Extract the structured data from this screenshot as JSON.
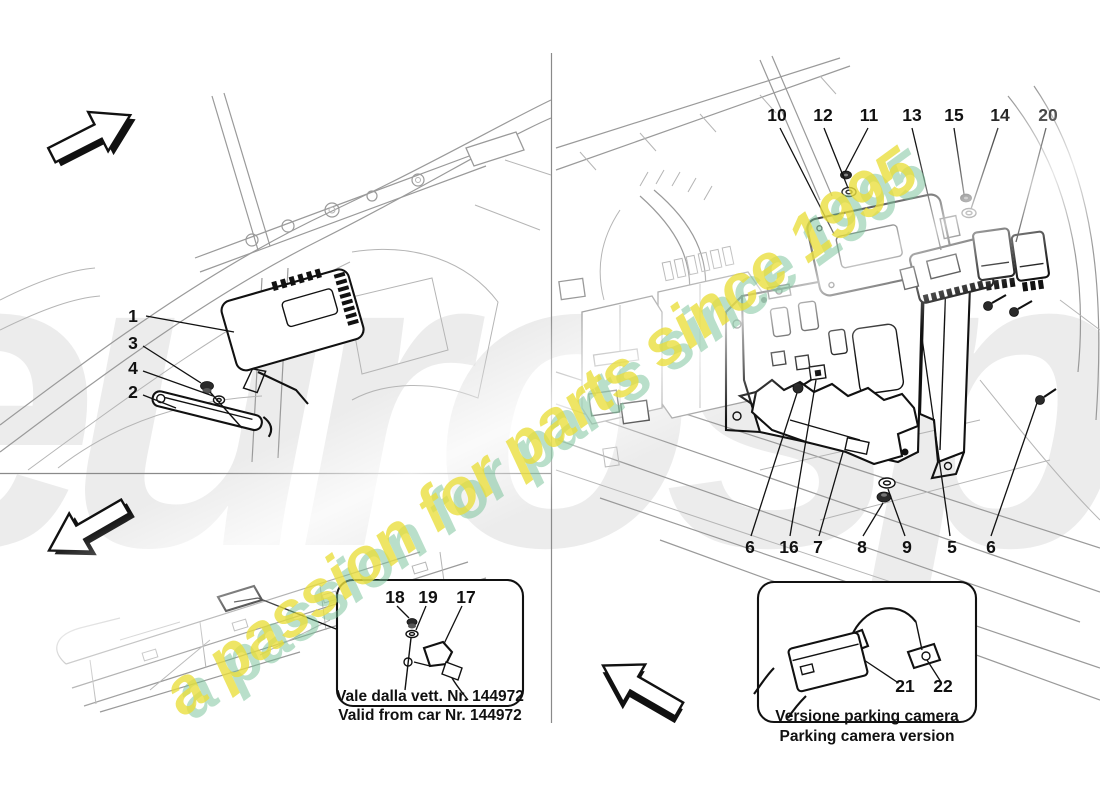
{
  "watermark": {
    "brand": "eurospares",
    "slogan": "a passion for parts since 1995"
  },
  "colors": {
    "ink": "#111111",
    "line_gray": "#9a9a9a",
    "brand_gray": "rgba(205,205,205,0.38)",
    "slogan_yellow": "rgba(233,222,58,0.78)",
    "slogan_green": "rgba(115,192,150,0.50)"
  },
  "callouts": {
    "left_ecu": [
      "1",
      "3",
      "4",
      "2"
    ],
    "right_top": [
      "10",
      "12",
      "11",
      "13",
      "15",
      "14",
      "20"
    ],
    "right_bottom": [
      "6",
      "16",
      "7",
      "8",
      "9",
      "5",
      "6"
    ],
    "valid_inset": [
      "18",
      "19",
      "17"
    ],
    "camera_inset": [
      "21",
      "22"
    ]
  },
  "insets": {
    "valid_from": {
      "line_it": "Vale dalla vett. Nr. 144972",
      "line_en": "Valid from car Nr. 144972"
    },
    "parking_camera": {
      "line_it": "Versione parking camera",
      "line_en": "Parking camera version"
    }
  }
}
